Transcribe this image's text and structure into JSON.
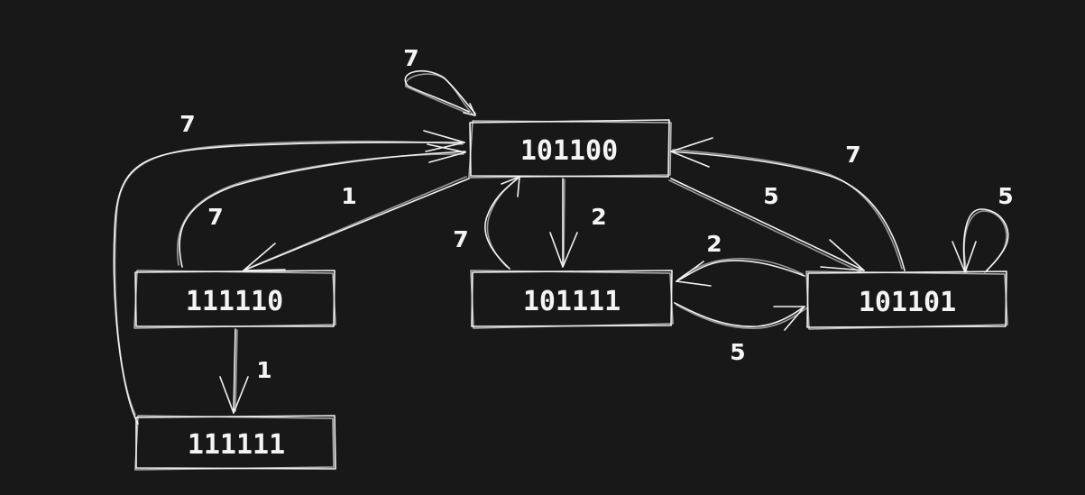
{
  "diagram": {
    "nodes": [
      {
        "id": "n101100",
        "label": "101100"
      },
      {
        "id": "n111110",
        "label": "111110"
      },
      {
        "id": "n101111",
        "label": "101111"
      },
      {
        "id": "n101101",
        "label": "101101"
      },
      {
        "id": "n111111",
        "label": "111111"
      }
    ],
    "edges": [
      {
        "from": "n101100",
        "to": "n101100",
        "label": "7"
      },
      {
        "from": "n111111",
        "to": "n101100",
        "label": "7"
      },
      {
        "from": "n111110",
        "to": "n101100",
        "label": "7"
      },
      {
        "from": "n101100",
        "to": "n111110",
        "label": "1"
      },
      {
        "from": "n111110",
        "to": "n111111",
        "label": "1"
      },
      {
        "from": "n101100",
        "to": "n101111",
        "label": "2"
      },
      {
        "from": "n101111",
        "to": "n101100",
        "label": "7"
      },
      {
        "from": "n101100",
        "to": "n101101",
        "label": "5"
      },
      {
        "from": "n101101",
        "to": "n101100",
        "label": "7"
      },
      {
        "from": "n101101",
        "to": "n101101",
        "label": "5"
      },
      {
        "from": "n101101",
        "to": "n101111",
        "label": "2"
      },
      {
        "from": "n101111",
        "to": "n101101",
        "label": "5"
      }
    ]
  }
}
